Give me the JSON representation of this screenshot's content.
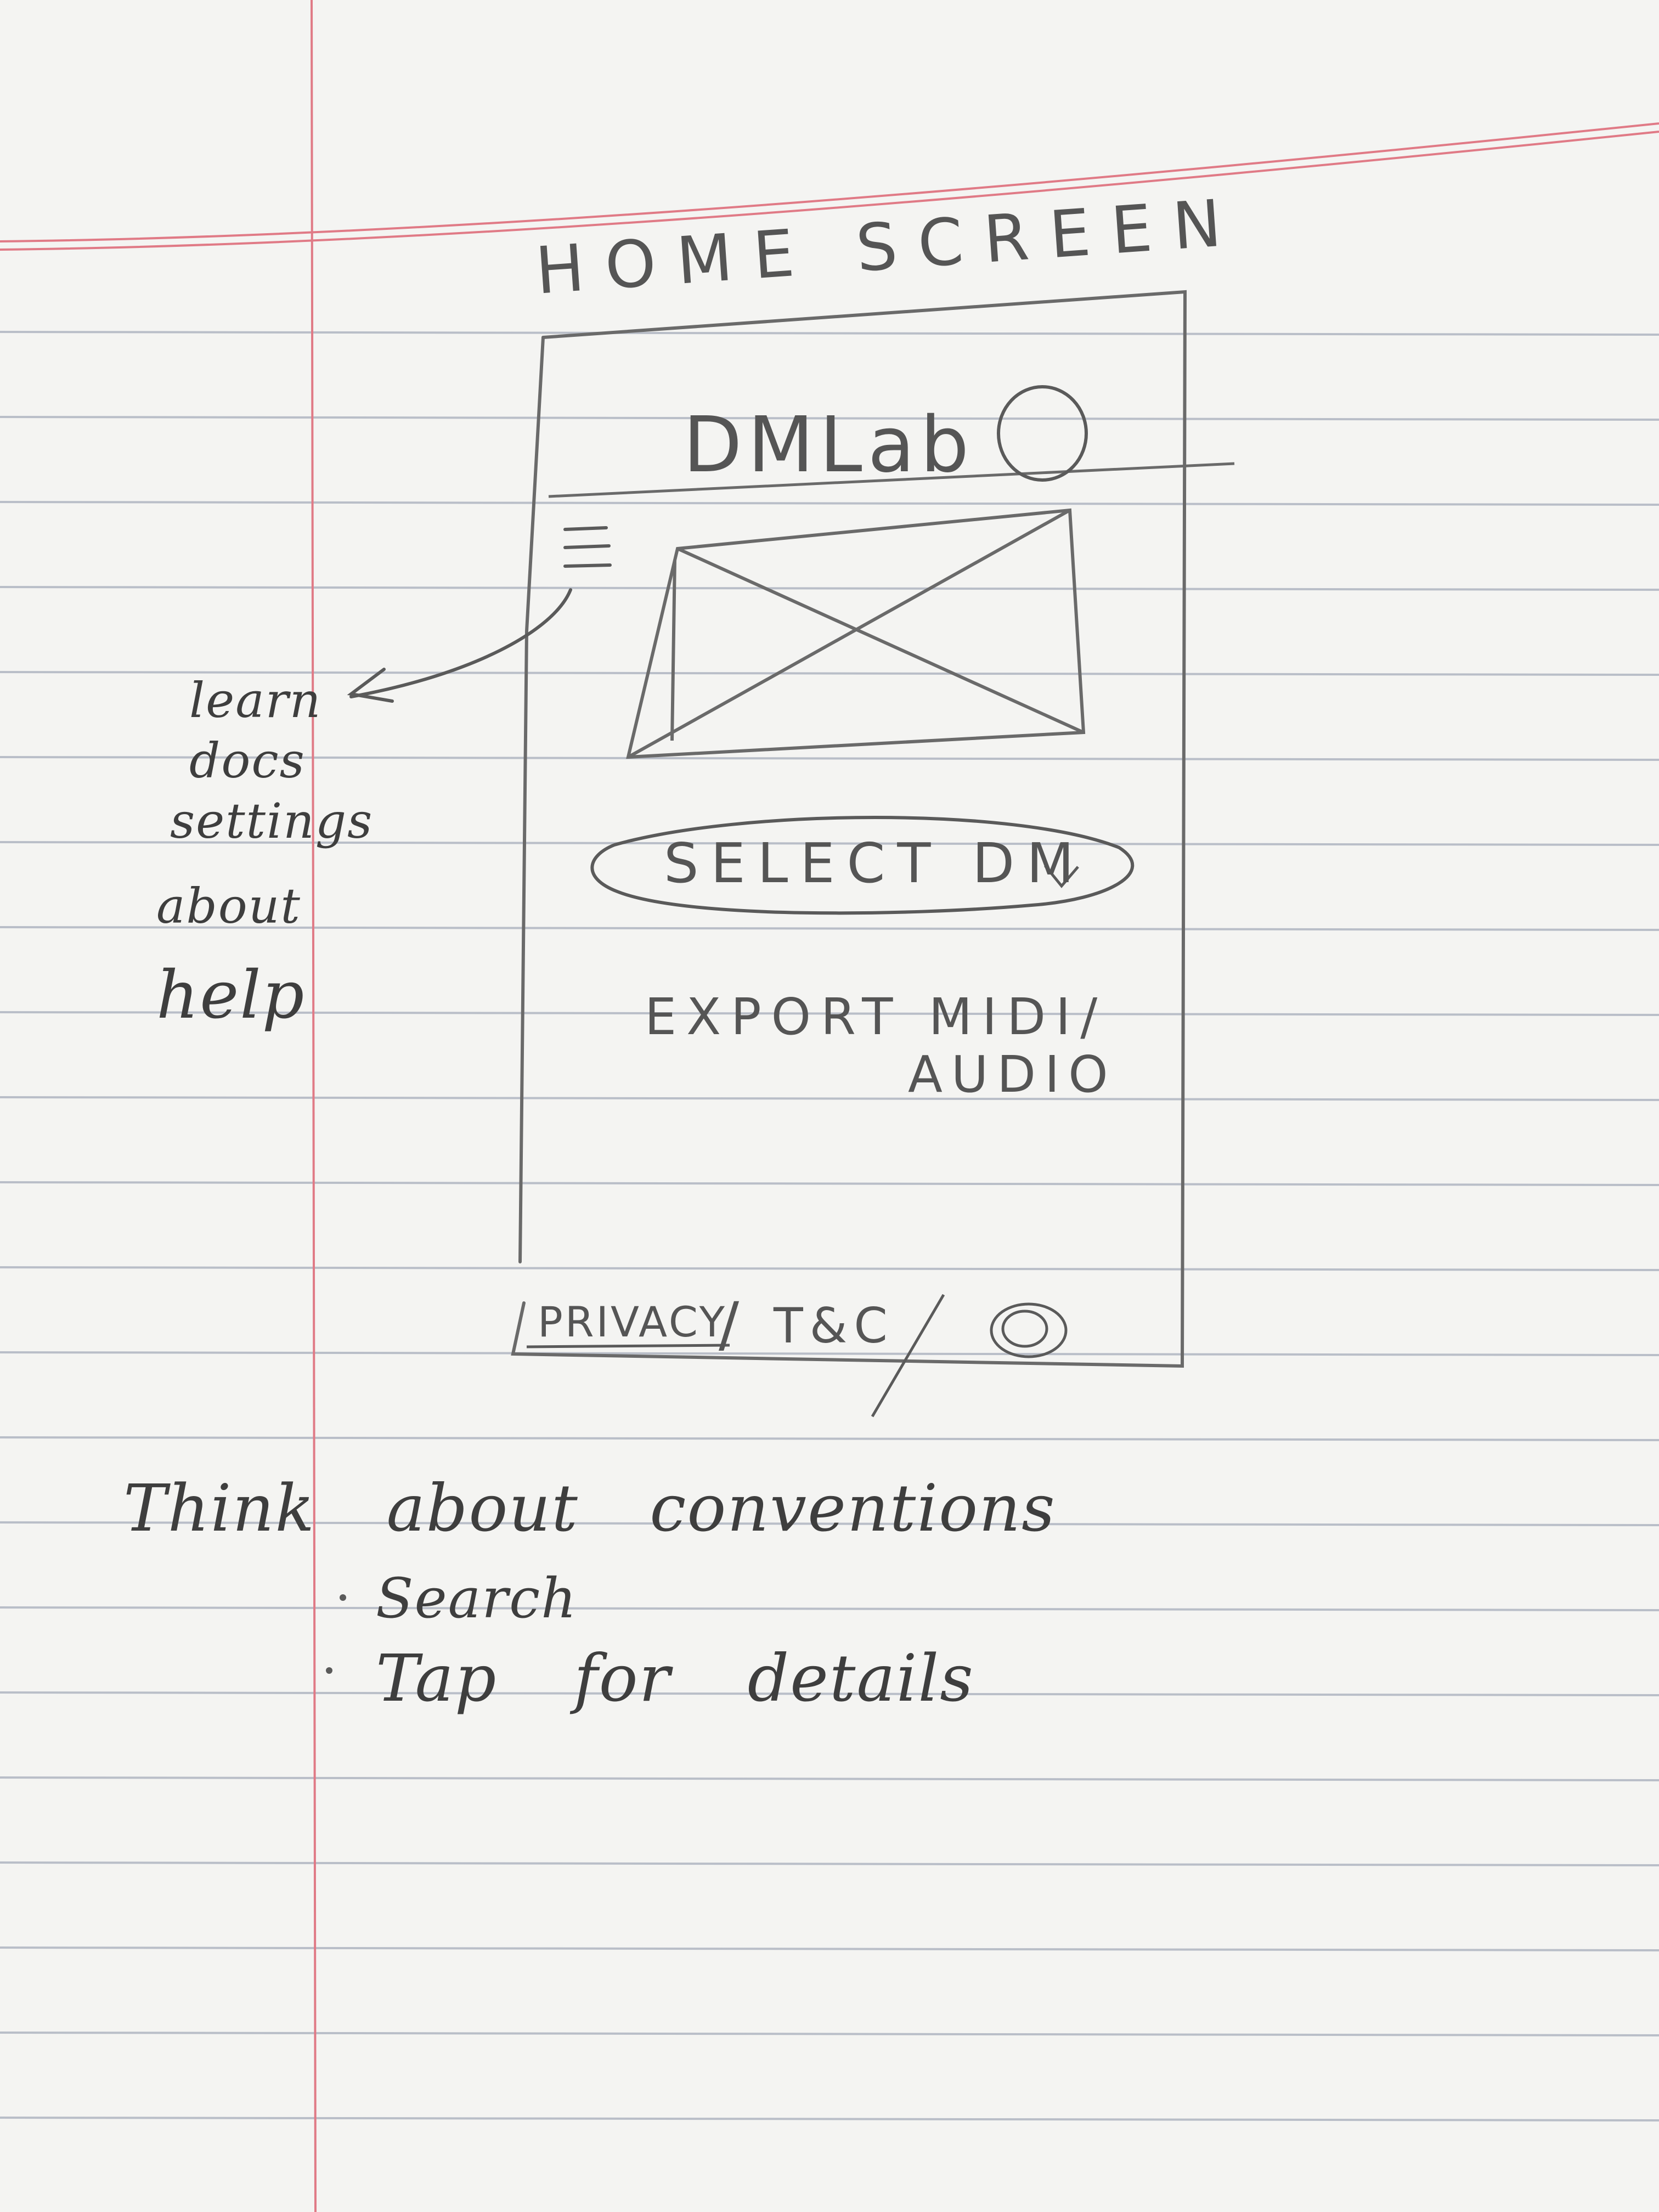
{
  "sketch": {
    "heading": "HOME SCREEN",
    "app": {
      "title": "DMLab",
      "profile_icon": "circle-profile-icon",
      "menu_icon": "hamburger-menu-icon",
      "image_placeholder_icon": "image-placeholder-icon",
      "select_button": "SELECT DM",
      "select_chevron_icon": "chevron-down-icon",
      "export_line1": "EXPORT MIDI/",
      "export_line2": "AUDIO",
      "footer_privacy": "PRIVACY",
      "footer_separator": "/",
      "footer_terms": "T&C",
      "footer_copyright_icon": "copyright-icon"
    },
    "menu_annotation": {
      "items": [
        "learn",
        "docs",
        "settings",
        "about",
        "help"
      ]
    },
    "notes": {
      "title": "Think about conventions",
      "bullets": [
        "Search",
        "Tap for details"
      ]
    }
  },
  "colors": {
    "paper": "#f4f4f2",
    "rule": "#b9bec8",
    "margin": "#e07a86",
    "pencil": "#5a5a5a"
  }
}
